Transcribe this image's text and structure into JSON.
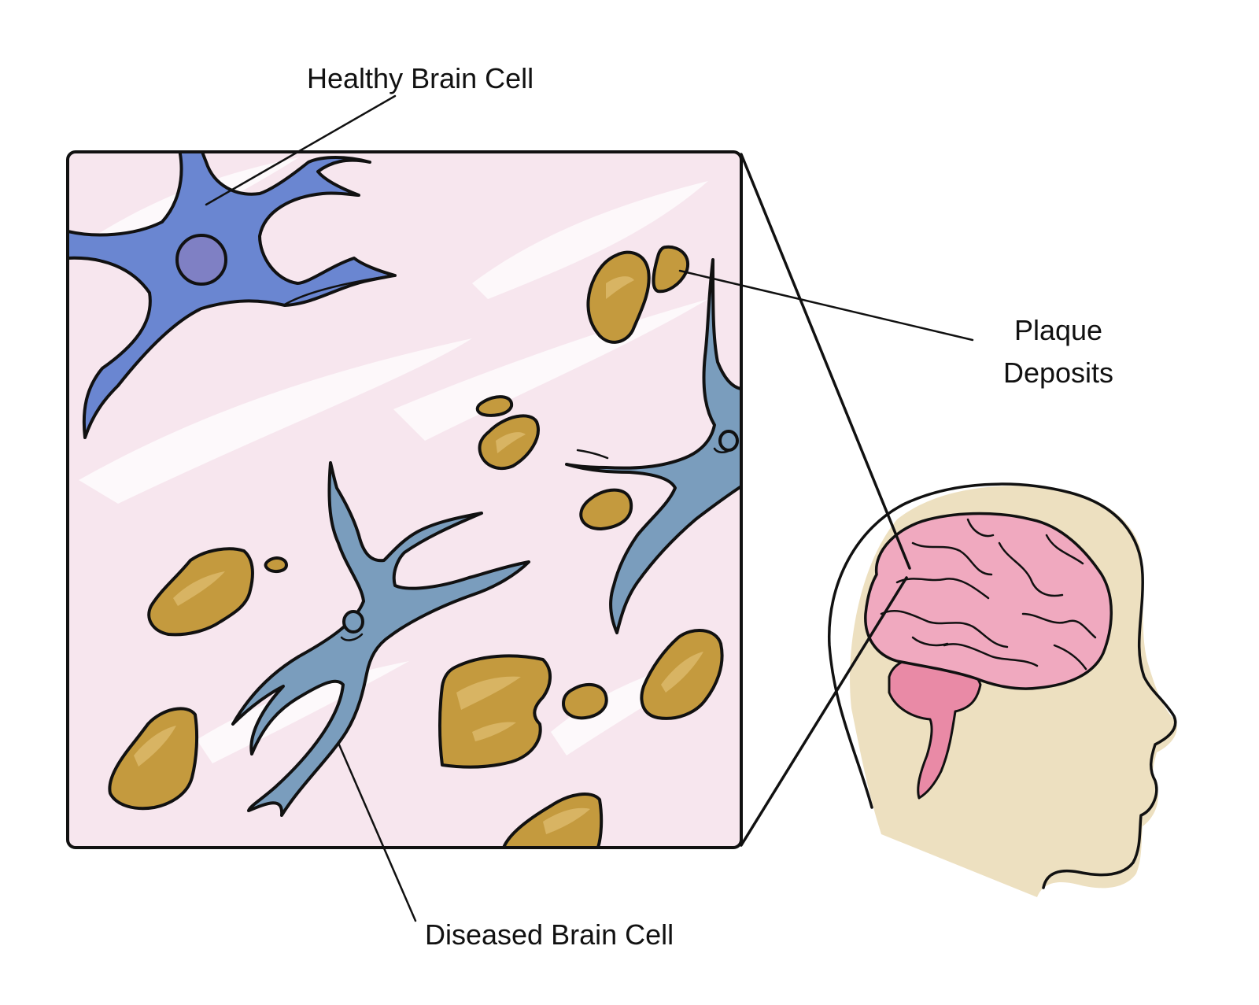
{
  "labels": {
    "healthy": "Healthy Brain Cell",
    "plaque_line1": "Plaque",
    "plaque_line2": "Deposits",
    "diseased": "Diseased Brain Cell"
  },
  "colors": {
    "tissue": "#f7e6ee",
    "healthy_cell": "#6a86d1",
    "healthy_nucleus": "#7f80c4",
    "diseased_cell": "#7a9dbd",
    "plaque": "#c49a3e",
    "head": "#ede0c0",
    "brain": "#f0a9bf",
    "cerebellum": "#e98aa6"
  }
}
